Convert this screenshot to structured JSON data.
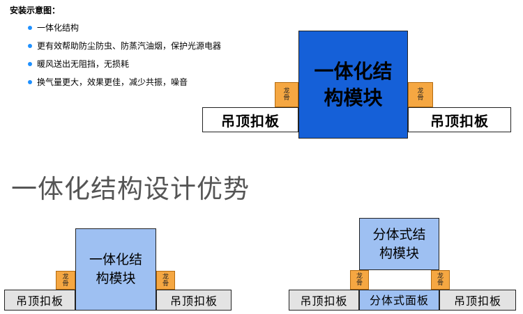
{
  "heading": "安装示意图：",
  "bullets": [
    "一体化结构",
    "更有效帮助防尘防虫、防蒸汽油烟，保护光源电器",
    "暖风送出无阻挡，无损耗",
    "换气量更大，效果更佳，减少共振，噪音"
  ],
  "big_title": "一体化结构设计优势",
  "top_diagram": {
    "module_line1": "一体化结",
    "module_line2": "构模块",
    "left_panel": "吊顶扣板",
    "right_panel": "吊顶扣板",
    "keel_char1": "龙",
    "keel_char2": "骨"
  },
  "bottom_left_diagram": {
    "module_line1": "一体化结",
    "module_line2": "构模块",
    "left_panel": "吊顶扣板",
    "right_panel": "吊顶扣板",
    "keel_char1": "龙",
    "keel_char2": "骨"
  },
  "bottom_right_diagram": {
    "module_line1": "分体式结",
    "module_line2": "构模块",
    "left_panel": "吊顶扣板",
    "center_panel": "分体式面板",
    "right_panel": "吊顶扣板",
    "keel_char1": "龙",
    "keel_char2": "骨"
  },
  "colors": {
    "module_blue": "#1560d8",
    "module_light_blue": "#9ec0f2",
    "keel_orange": "#f5a742",
    "bullet_dot": "#1e90ff",
    "panel_gray": "#e3e3e3"
  }
}
